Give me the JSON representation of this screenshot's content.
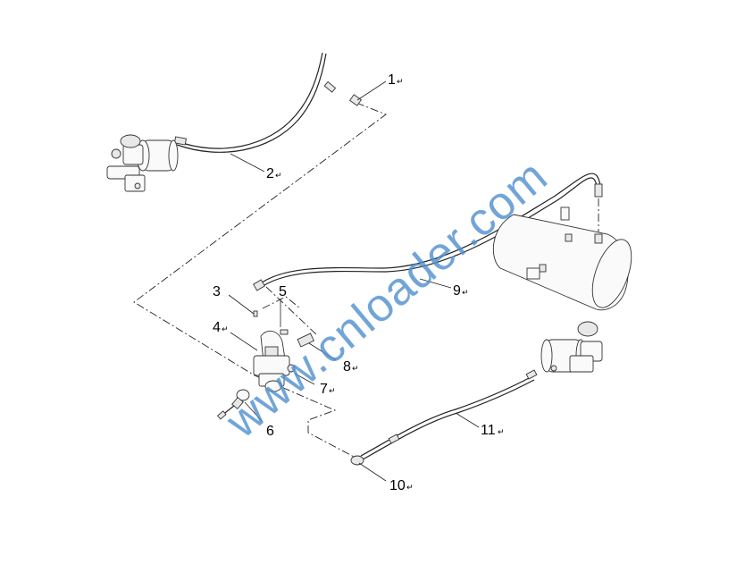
{
  "diagram": {
    "callouts": [
      "1",
      "2",
      "3",
      "4",
      "5",
      "6",
      "7",
      "8",
      "9",
      "10",
      "11"
    ],
    "return_mark": "↵",
    "watermark": "www.cnloader.com",
    "colors": {
      "watermark": "#4f8fce",
      "line": "#222222",
      "background": "#ffffff"
    }
  }
}
